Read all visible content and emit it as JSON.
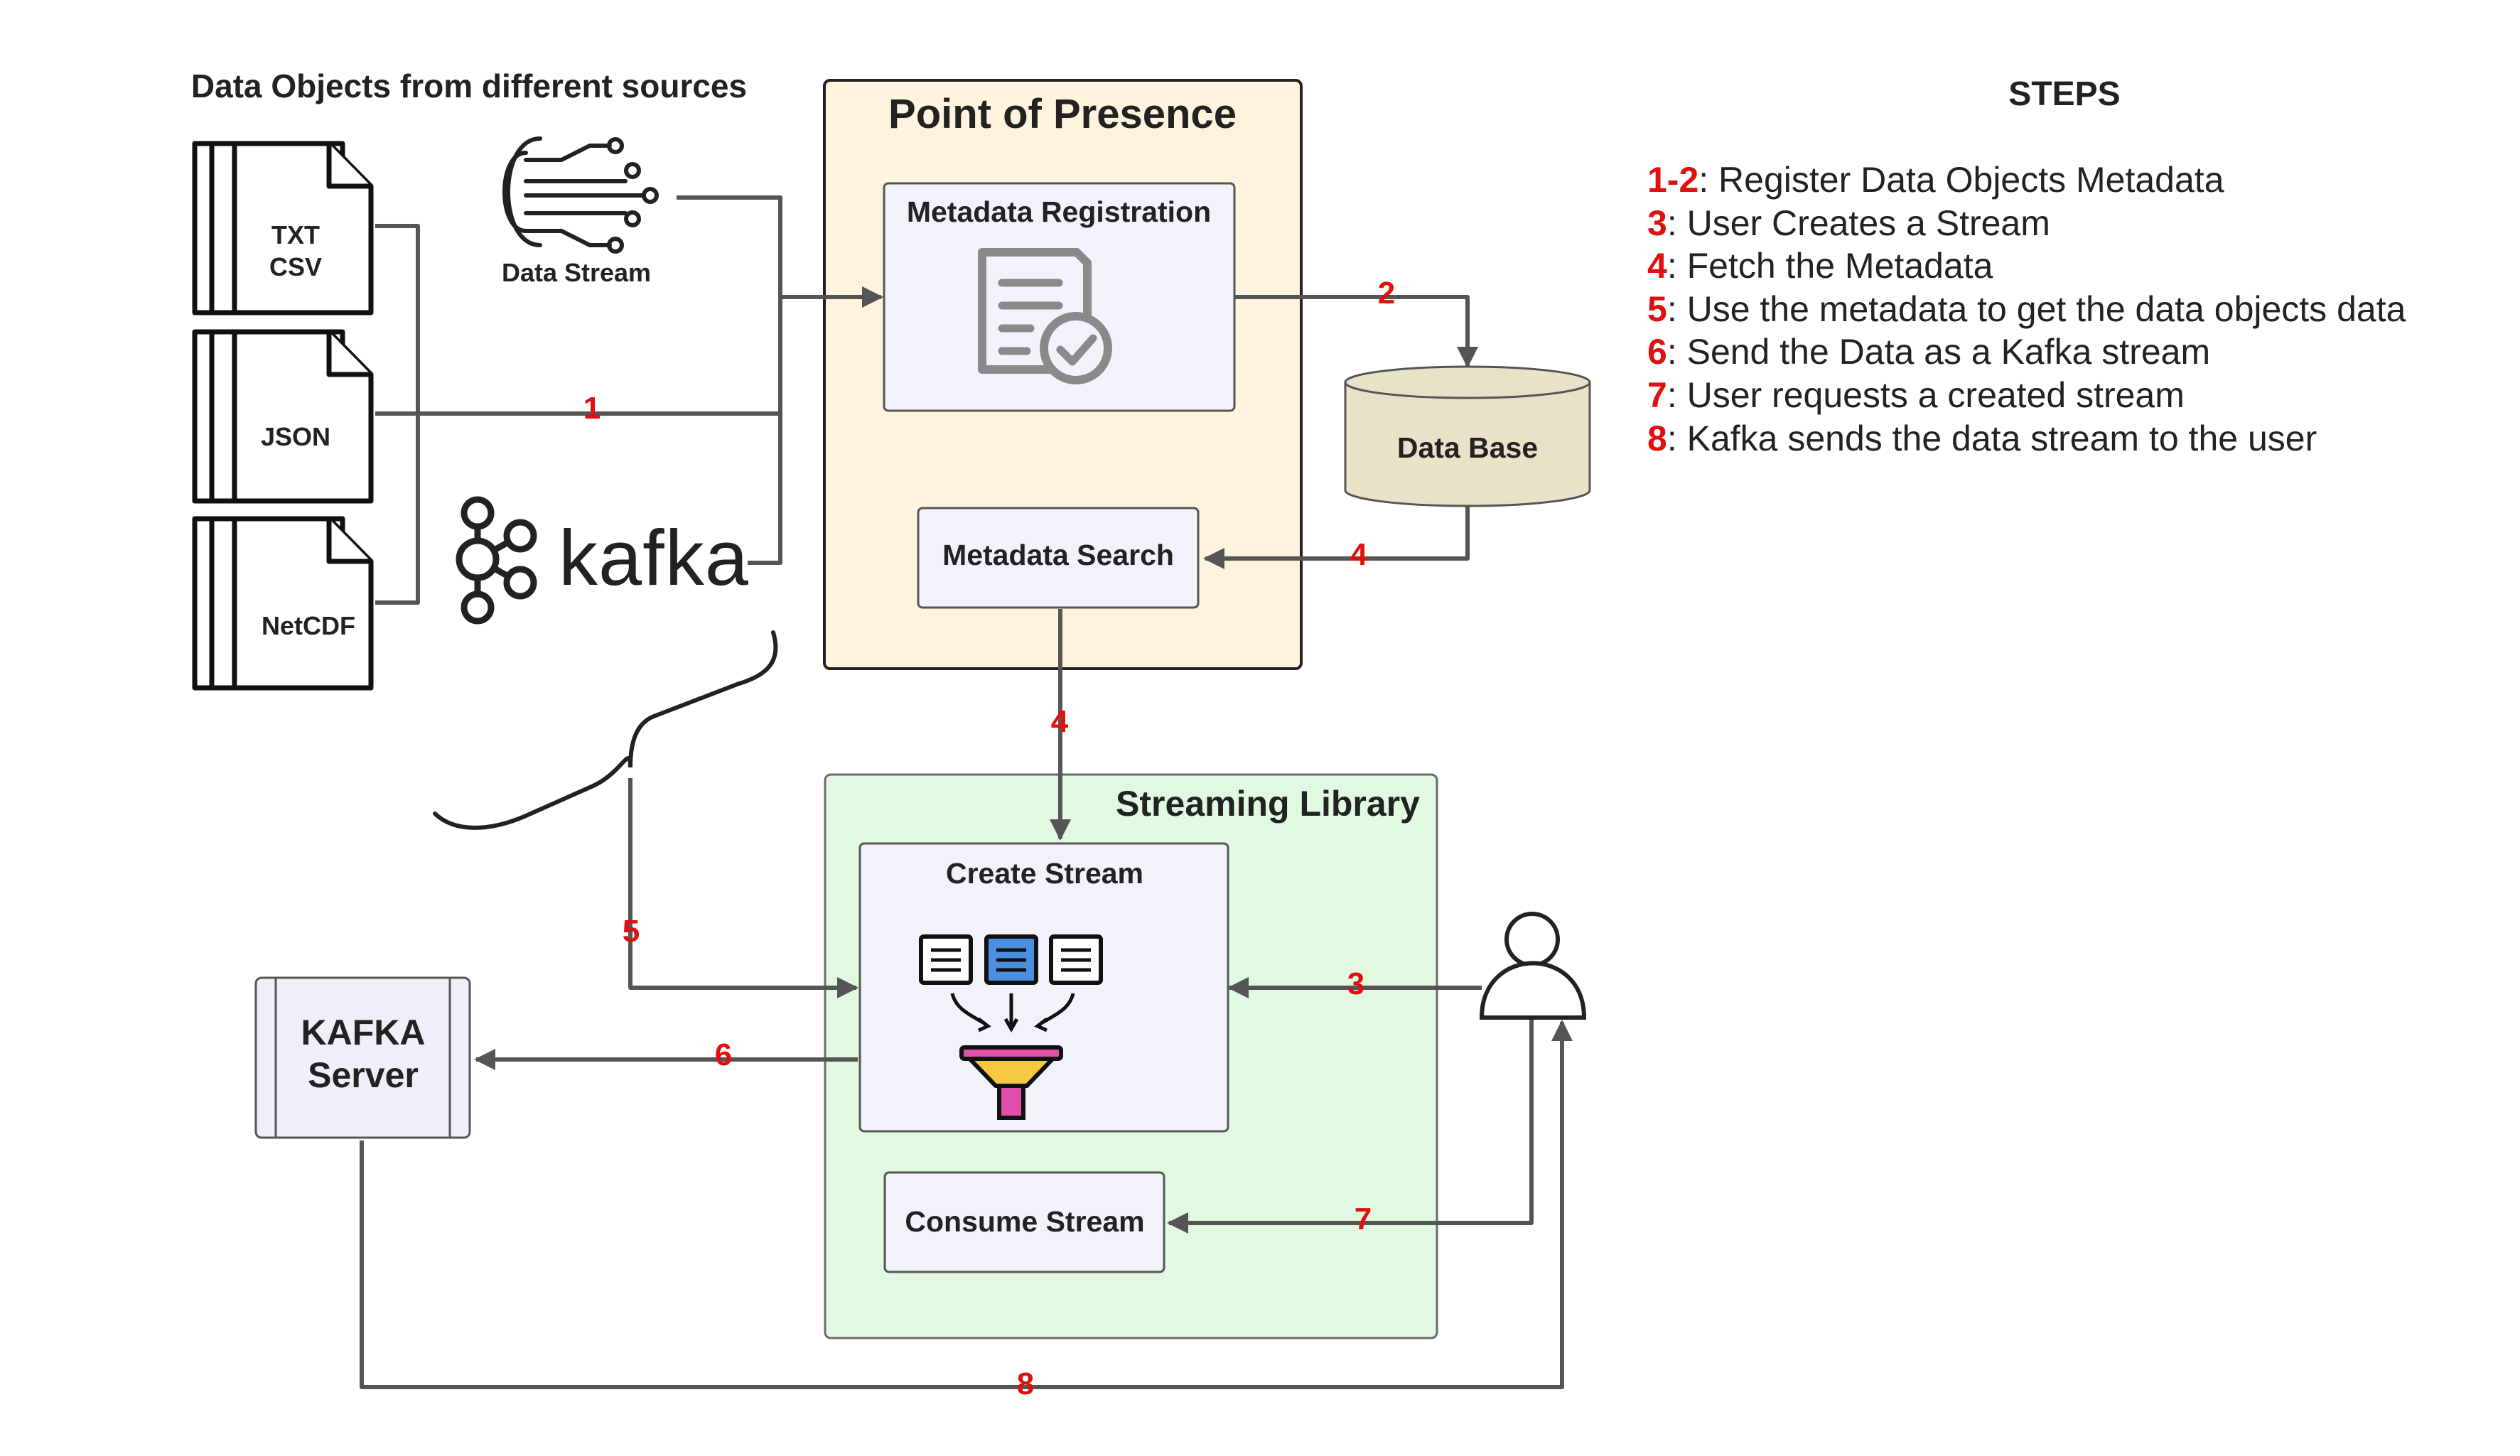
{
  "sources_title": "Data Objects from different sources",
  "sources": {
    "txt_line1": "TXT",
    "txt_line2": "CSV",
    "json": "JSON",
    "netcdf": "NetCDF",
    "data_stream": "Data Stream",
    "kafka_logo": "kafka"
  },
  "pop": {
    "title": "Point of Presence",
    "metadata_registration": "Metadata Registration",
    "metadata_search": "Metadata Search"
  },
  "database": "Data Base",
  "streaming": {
    "title": "Streaming Library",
    "create_stream": "Create Stream",
    "consume_stream": "Consume Stream"
  },
  "kafka_server": {
    "line1": "KAFKA",
    "line2": "Server"
  },
  "edge_labels": {
    "e1": "1",
    "e2": "2",
    "e3": "3",
    "e4a": "4",
    "e4b": "4",
    "e5": "5",
    "e6": "6",
    "e7": "7",
    "e8": "8"
  },
  "steps": {
    "title": "STEPS",
    "items": [
      {
        "num": "1-2",
        "text": ": Register Data Objects Metadata"
      },
      {
        "num": "3",
        "text": ": User Creates a Stream"
      },
      {
        "num": "4",
        "text": ": Fetch the Metadata"
      },
      {
        "num": "5",
        "text": ": Use the metadata to get the data objects data"
      },
      {
        "num": "6",
        "text": ": Send the Data as a Kafka stream"
      },
      {
        "num": "7",
        "text": ": User requests a created stream"
      },
      {
        "num": "8",
        "text": ": Kafka sends the data stream to the user"
      }
    ]
  },
  "colors": {
    "step_number": "#e01010",
    "pop_fill": "#fef3dc",
    "streaming_fill": "#e2f9e1",
    "box_fill": "#f2f2fb",
    "db_fill": "#e8e2c8",
    "line": "#555555"
  }
}
